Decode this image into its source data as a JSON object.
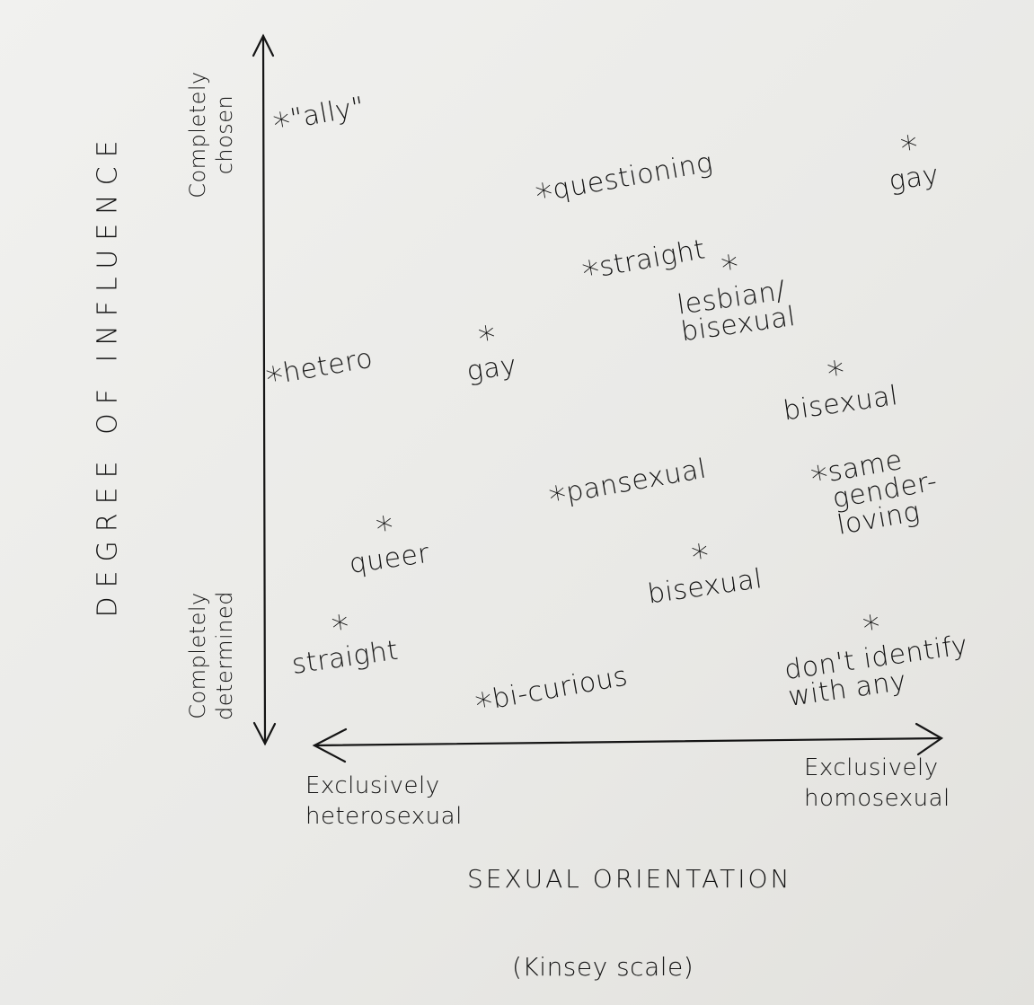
{
  "chart_data": {
    "type": "scatter",
    "title": "",
    "xlabel": "SEXUAL ORIENTATION",
    "xlabel_sub": "(Kinsey scale)",
    "ylabel": "DEGREE OF INFLUENCE",
    "x_axis_ends": {
      "low": "Exclusively heterosexual",
      "high": "Exclusively homosexual"
    },
    "y_axis_ends": {
      "low": "Completely determined",
      "high": "Completely chosen"
    },
    "xlim": [
      0,
      6
    ],
    "ylim": [
      0,
      10
    ],
    "grid": false,
    "points": [
      {
        "label": "\"ally\"",
        "x": -0.3,
        "y": 8.8,
        "label_position": "right"
      },
      {
        "label": "questioning",
        "x": 2.2,
        "y": 7.8,
        "label_position": "right"
      },
      {
        "label": "straight",
        "x": 2.65,
        "y": 6.7,
        "label_position": "right"
      },
      {
        "label": "gay",
        "x": 5.7,
        "y": 8.5,
        "label_position": "below"
      },
      {
        "label": "lesbian/\nbisexual",
        "x": 4.0,
        "y": 6.8,
        "label_position": "below"
      },
      {
        "label": "hetero",
        "x": -0.37,
        "y": 5.2,
        "label_position": "right"
      },
      {
        "label": "gay",
        "x": 1.67,
        "y": 5.8,
        "label_position": "below"
      },
      {
        "label": "bisexual",
        "x": 5.0,
        "y": 5.3,
        "label_position": "below"
      },
      {
        "label": "pansexual",
        "x": 2.33,
        "y": 3.5,
        "label_position": "right"
      },
      {
        "label": "same\ngender-\nloving",
        "x": 4.87,
        "y": 3.8,
        "label_position": "right"
      },
      {
        "label": "queer",
        "x": 0.69,
        "y": 3.1,
        "label_position": "below"
      },
      {
        "label": "bisexual",
        "x": 3.7,
        "y": 2.7,
        "label_position": "below"
      },
      {
        "label": "straight",
        "x": 0.27,
        "y": 1.7,
        "label_position": "below"
      },
      {
        "label": "bi-curious",
        "x": 1.63,
        "y": 0.57,
        "label_position": "right"
      },
      {
        "label": "don't identify\nwith any",
        "x": 5.36,
        "y": 1.7,
        "label_position": "below"
      }
    ]
  }
}
